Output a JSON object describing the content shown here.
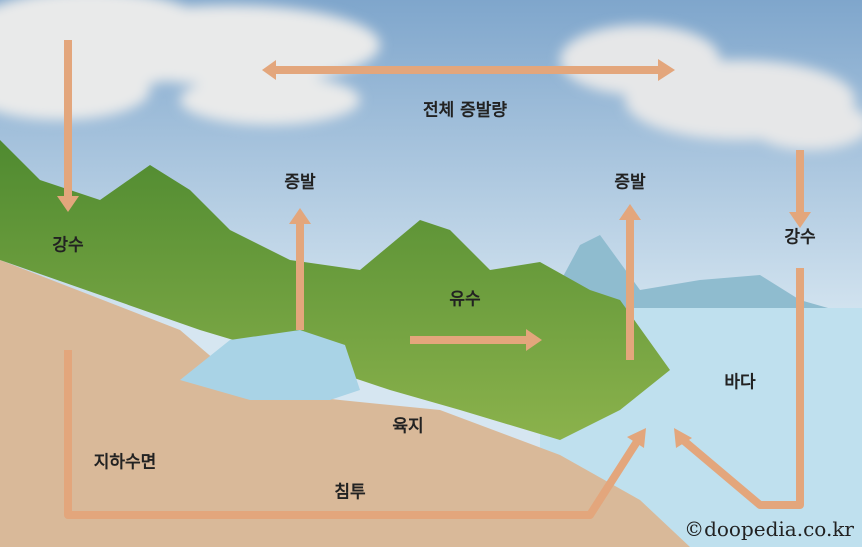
{
  "labels": {
    "total_evaporation": "전체 증발량",
    "evaporation_land": "증발",
    "evaporation_sea": "증발",
    "precipitation_land": "강수",
    "precipitation_sea": "강수",
    "runoff": "유수",
    "sea": "바다",
    "land": "육지",
    "water_table": "지하수면",
    "infiltration": "침투"
  },
  "copyright": "©doopedia.co.kr",
  "colors": {
    "arrow": "#e3a67c",
    "sky_top": "#7fa6cc",
    "sea": "#bfe0ee",
    "land": "#d9b999",
    "mountain": "#5f9a3a"
  }
}
